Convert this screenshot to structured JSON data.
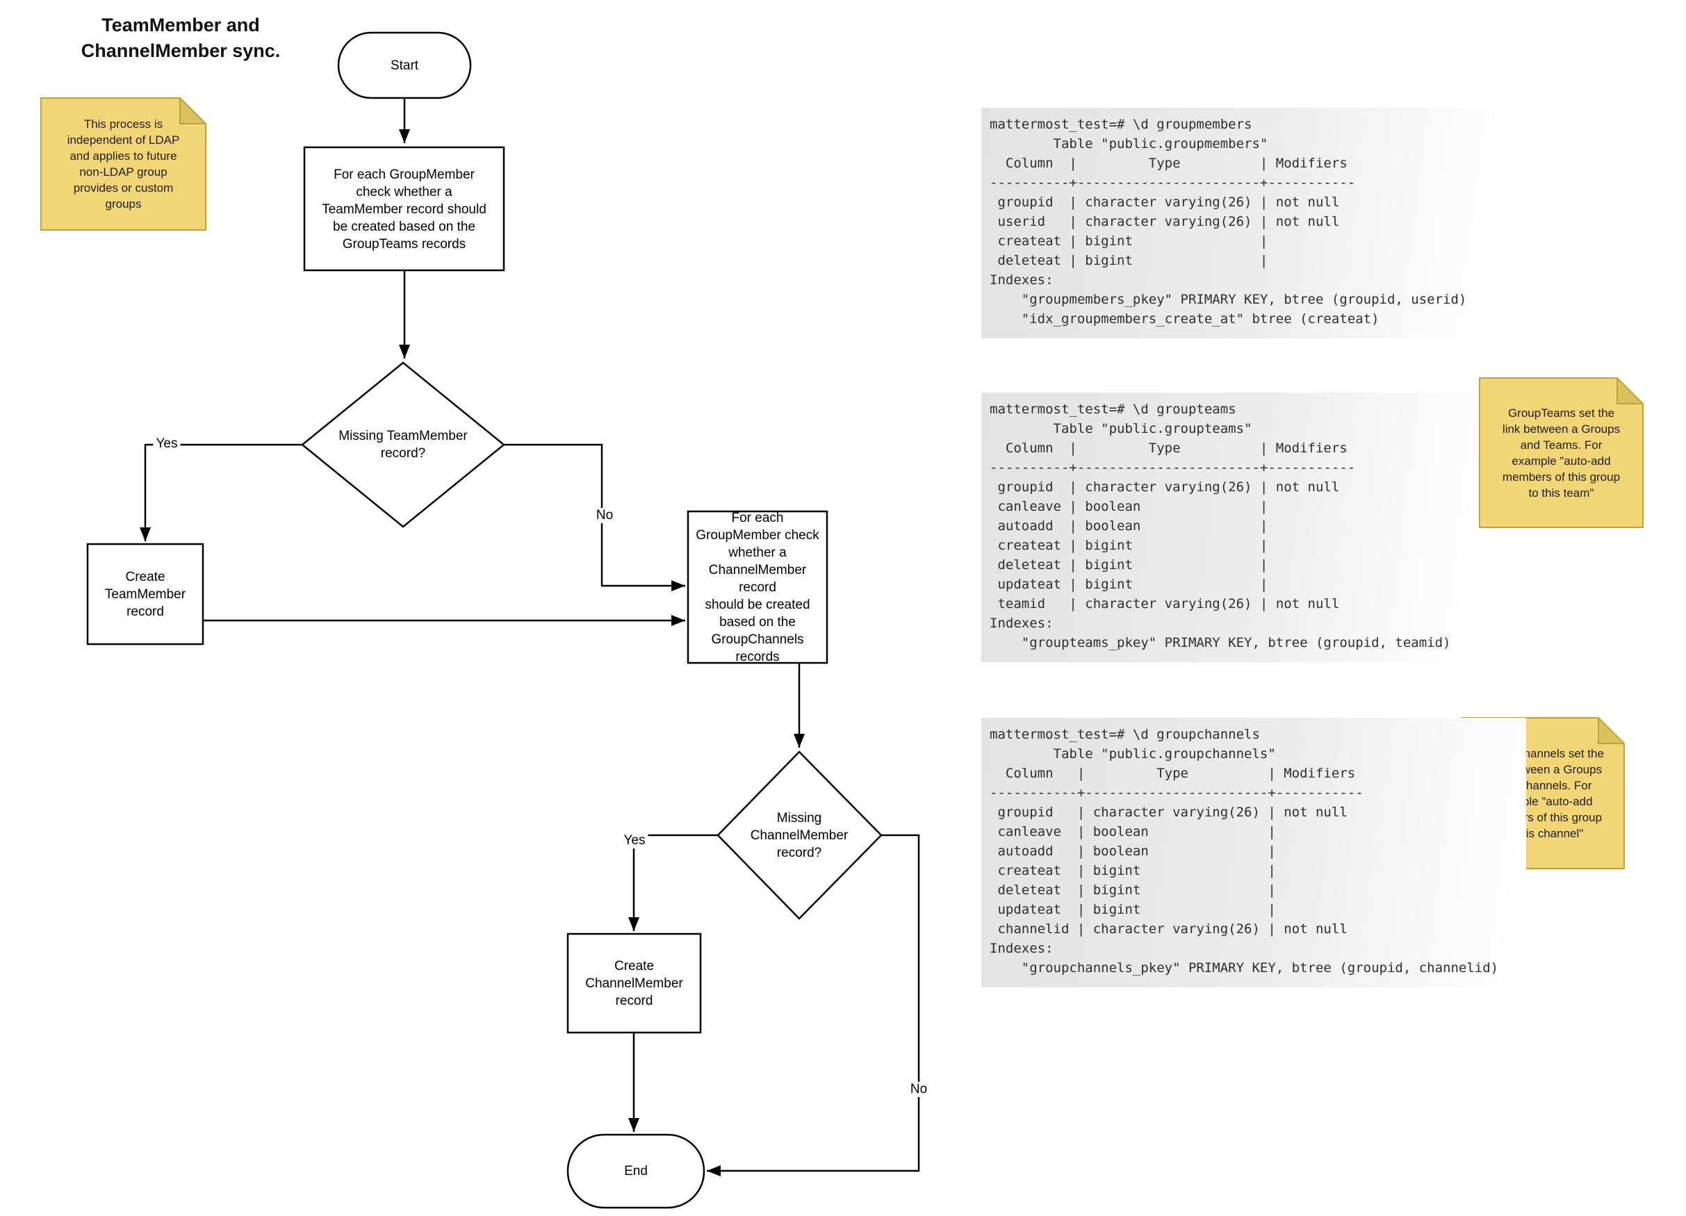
{
  "page": {
    "background": "#ffffff"
  },
  "title": "TeamMember and\nChannelMember sync.",
  "flowchart": {
    "start": "Start",
    "process_team": "For each GroupMember\ncheck whether a\nTeamMember record should\nbe created based on the\nGroupTeams records",
    "decision_team": "Missing TeamMember\nrecord?",
    "create_team": "Create\nTeamMember\nrecord",
    "process_channel": "For each\nGroupMember check\nwhether a\nChannelMember record\nshould be created\nbased on the\nGroupChannels\nrecords",
    "decision_channel": "Missing\nChannelMember\nrecord?",
    "create_channel": "Create\nChannelMember\nrecord",
    "end": "End",
    "edge_labels": {
      "yes_team": "Yes",
      "no_team": "No",
      "yes_channel": "Yes",
      "no_channel": "No"
    },
    "line_color": "#000000",
    "shape_fill": "#ffffff"
  },
  "notes": [
    {
      "text": "This process is\nindependent of LDAP\nand applies to future\nnon-LDAP group\nprovides or custom\ngroups"
    },
    {
      "text": "GroupTeams set the\nlink between a Groups\nand Teams. For\nexample \"auto-add\nmembers of this group\nto this team\""
    },
    {
      "text": "GroupChannels set the\nlink between a Groups\nand Channels. For\nexample \"auto-add\nmembers of this group\nto this channel\""
    }
  ],
  "note_colors": {
    "fill": "#F2D675",
    "fold": "#DCC05E",
    "border": "#BFA142"
  },
  "psql_blocks": [
    {
      "name": "groupmembers",
      "lines": [
        "mattermost_test=# \\d groupmembers",
        "        Table \"public.groupmembers\"",
        "  Column  |         Type          | Modifiers",
        "----------+-----------------------+-----------",
        " groupid  | character varying(26) | not null",
        " userid   | character varying(26) | not null",
        " createat | bigint                |",
        " deleteat | bigint                |",
        "Indexes:",
        "    \"groupmembers_pkey\" PRIMARY KEY, btree (groupid, userid)",
        "    \"idx_groupmembers_create_at\" btree (createat)"
      ]
    },
    {
      "name": "groupteams",
      "lines": [
        "mattermost_test=# \\d groupteams",
        "        Table \"public.groupteams\"",
        "  Column  |         Type          | Modifiers",
        "----------+-----------------------+-----------",
        " groupid  | character varying(26) | not null",
        " canleave | boolean               |",
        " autoadd  | boolean               |",
        " createat | bigint                |",
        " deleteat | bigint                |",
        " updateat | bigint                |",
        " teamid   | character varying(26) | not null",
        "Indexes:",
        "    \"groupteams_pkey\" PRIMARY KEY, btree (groupid, teamid)"
      ]
    },
    {
      "name": "groupchannels",
      "lines": [
        "mattermost_test=# \\d groupchannels",
        "        Table \"public.groupchannels\"",
        "  Column   |         Type          | Modifiers",
        "-----------+-----------------------+-----------",
        " groupid   | character varying(26) | not null",
        " canleave  | boolean               |",
        " autoadd   | boolean               |",
        " createat  | bigint                |",
        " deleteat  | bigint                |",
        " updateat  | bigint                |",
        " channelid | character varying(26) | not null",
        "Indexes:",
        "    \"groupchannels_pkey\" PRIMARY KEY, btree (groupid, channelid)"
      ]
    }
  ]
}
